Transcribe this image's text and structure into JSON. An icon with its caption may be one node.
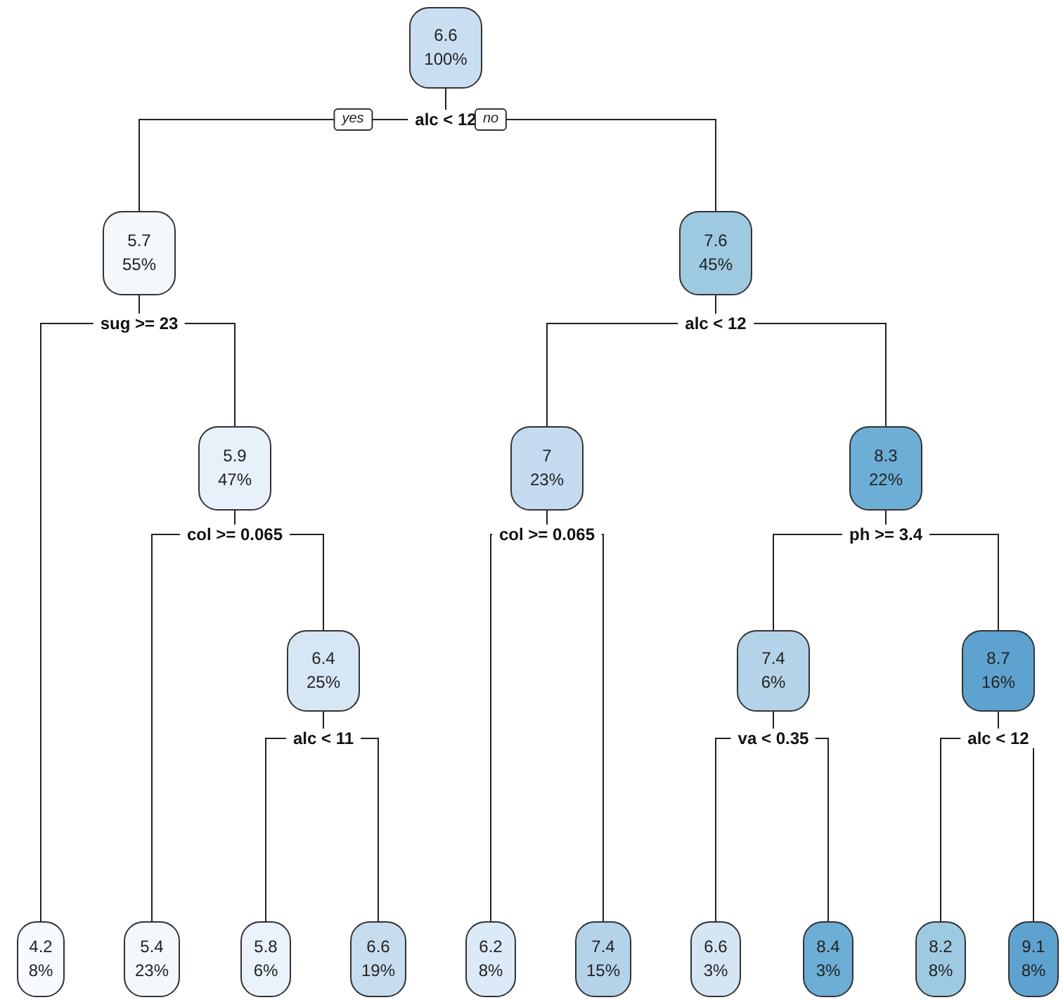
{
  "diagram": {
    "nodes": [
      {
        "text": [
          "6.6",
          "100%"
        ],
        "beside": [
          "alc < 12"
        ]
      },
      {
        "text": [
          "5.7",
          "55%"
        ],
        "beside": [
          "sug >= 23"
        ]
      },
      {
        "text": [
          "7.6",
          "45%"
        ],
        "beside": [
          "alc < 12"
        ]
      },
      {
        "text": [
          "5.9",
          "47%"
        ],
        "beside": [
          "col >= 0.065"
        ]
      },
      {
        "text": [
          "7",
          "23%"
        ],
        "beside": [
          "col >= 0.065"
        ]
      },
      {
        "text": [
          "8.3",
          "22%"
        ],
        "beside": [
          "ph >= 3.4"
        ]
      },
      {
        "text": [
          "6.4",
          "25%"
        ],
        "beside": [
          "alc < 11"
        ]
      },
      {
        "text": [
          "7.4",
          "6%"
        ],
        "beside": [
          "va < 0.35"
        ]
      },
      {
        "text": [
          "8.7",
          "16%"
        ],
        "beside": [
          "alc < 12"
        ]
      },
      {
        "text": [
          "4.2",
          "8%"
        ]
      },
      {
        "text": [
          "5.4",
          "23%"
        ]
      },
      {
        "text": [
          "5.8",
          "6%"
        ]
      },
      {
        "text": [
          "6.6",
          "19%"
        ]
      },
      {
        "text": [
          "6.2",
          "8%"
        ]
      },
      {
        "text": [
          "7.4",
          "15%"
        ]
      },
      {
        "text": [
          "6.6",
          "3%"
        ]
      },
      {
        "text": [
          "8.4",
          "3%"
        ]
      },
      {
        "text": [
          "8.2",
          "8%"
        ]
      },
      {
        "text": [
          "9.1",
          "8%"
        ]
      }
    ],
    "edges": [
      {
        "from": 0,
        "to": 1,
        "arrow": "none",
        "label": "yes"
      },
      {
        "from": 0,
        "to": 2,
        "arrow": "none",
        "label": "no"
      },
      {
        "from": 1,
        "to": 9,
        "arrow": "none"
      },
      {
        "from": 1,
        "to": 3,
        "arrow": "none"
      },
      {
        "from": 3,
        "to": 10,
        "arrow": "none"
      },
      {
        "from": 3,
        "to": 6,
        "arrow": "none"
      },
      {
        "from": 6,
        "to": 11,
        "arrow": "none"
      },
      {
        "from": 6,
        "to": 12,
        "arrow": "none"
      },
      {
        "from": 2,
        "to": 4,
        "arrow": "none"
      },
      {
        "from": 2,
        "to": 5,
        "arrow": "none"
      },
      {
        "from": 4,
        "to": 13,
        "arrow": "none"
      },
      {
        "from": 4,
        "to": 14,
        "arrow": "none"
      },
      {
        "from": 5,
        "to": 7,
        "arrow": "none"
      },
      {
        "from": 5,
        "to": 8,
        "arrow": "none"
      },
      {
        "from": 7,
        "to": 15,
        "arrow": "none"
      },
      {
        "from": 7,
        "to": 16,
        "arrow": "none"
      },
      {
        "from": 8,
        "to": 17,
        "arrow": "none"
      },
      {
        "from": 8,
        "to": 18,
        "arrow": "none"
      }
    ]
  }
}
